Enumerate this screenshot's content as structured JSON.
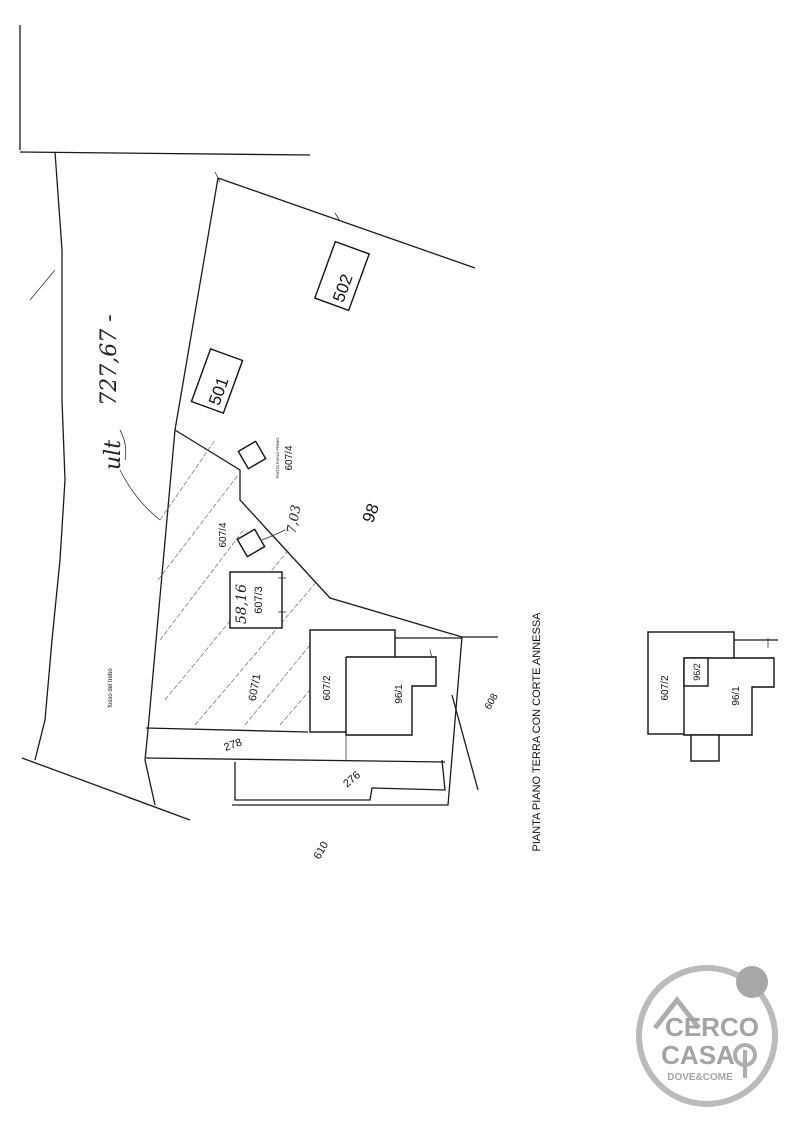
{
  "parcels": {
    "p502": "502",
    "p501": "501",
    "p98": "98",
    "p607_4_top": "607/4",
    "p607_4_small": "PORTA PIANO PRIMO",
    "p607_4_mid": "607/4",
    "p607_3": "607/3",
    "p607_1": "607/1",
    "p607_2": "607/2",
    "p96_1": "96/1",
    "p278": "278",
    "p276": "276",
    "p610": "610",
    "p608": "608",
    "fosso": "fosso del trebo"
  },
  "handwriting": {
    "area_main": "727,67 -",
    "prefix": "ult",
    "area_mid": "58,16",
    "area_small": "7,03"
  },
  "plan_title": "PIANTA PIANO TERRA CON CORTE  ANNESSA",
  "inset": {
    "p607_2": "607/2",
    "p96_2": "96/2",
    "p96_1": "96/1"
  },
  "logo": {
    "line1": "CERCO",
    "line2": "CASA",
    "tagline": "DOVE&COME"
  }
}
